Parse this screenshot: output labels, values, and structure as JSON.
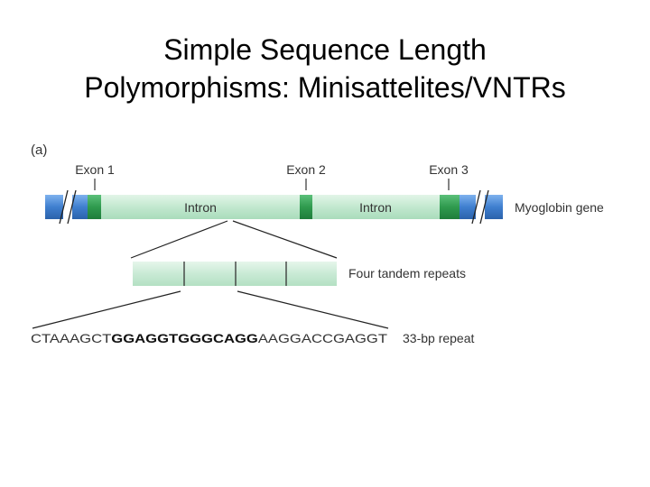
{
  "slide": {
    "title_line1": "Simple Sequence Length",
    "title_line2": "Polymorphisms: Minisattelites/VNTRs"
  },
  "figure": {
    "panel_label": "(a)",
    "exon_labels": [
      "Exon 1",
      "Exon 2",
      "Exon 3"
    ],
    "intron_labels": [
      "Intron",
      "Intron"
    ],
    "gene_label": "Myoglobin gene",
    "repeats_label": "Four tandem repeats",
    "repeat_count": 4,
    "sequence": {
      "prefix": "CTAAAGCT",
      "highlight": "GGAGGTGGGCAGG",
      "suffix": "AAGGACCGAGGT"
    },
    "repeat_size_label": "33-bp repeat"
  },
  "colors": {
    "intron_fill": "#c6ead4",
    "exon_fill": "#3aa55a",
    "flank_blue": "#3f7fcf",
    "text": "#333333",
    "line": "#222222"
  }
}
